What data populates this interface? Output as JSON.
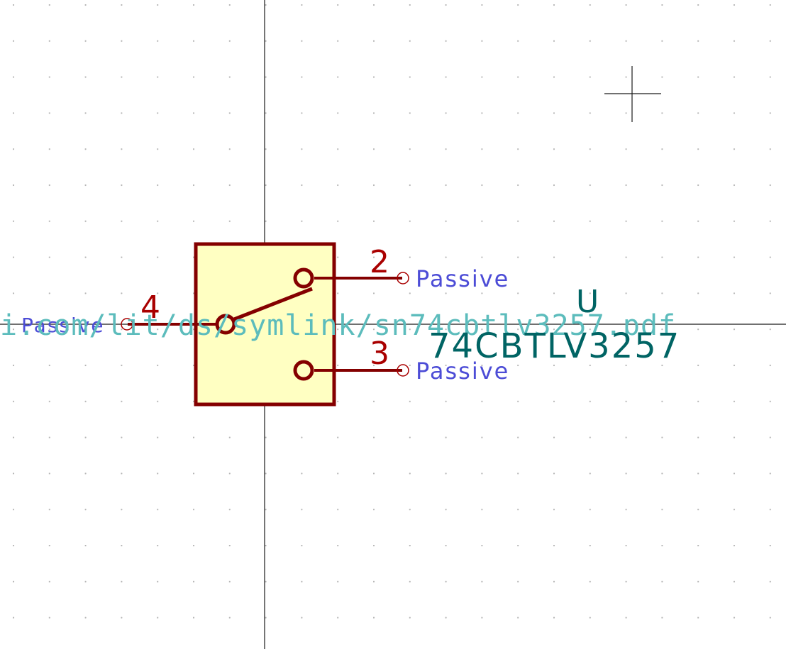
{
  "colors": {
    "background": "#ffffff",
    "grid_dot": "#b4b4b4",
    "axis": "#1a1a1a",
    "body_fill": "#ffffc2",
    "body_stroke": "#840000",
    "pin_number": "#a90000",
    "pin_type": "#4c4cd6",
    "reference": "#006464",
    "value": "#006464",
    "datasheet": "#5cbcbc"
  },
  "symbol": {
    "reference": "U",
    "value": "74CBTLV3257",
    "datasheet": "i.com/lit/ds/symlink/sn74cbtlv3257.pdf"
  },
  "pins": [
    {
      "number": "2",
      "type": "Passive"
    },
    {
      "number": "3",
      "type": "Passive"
    },
    {
      "number": "4",
      "type": "Passive"
    }
  ]
}
